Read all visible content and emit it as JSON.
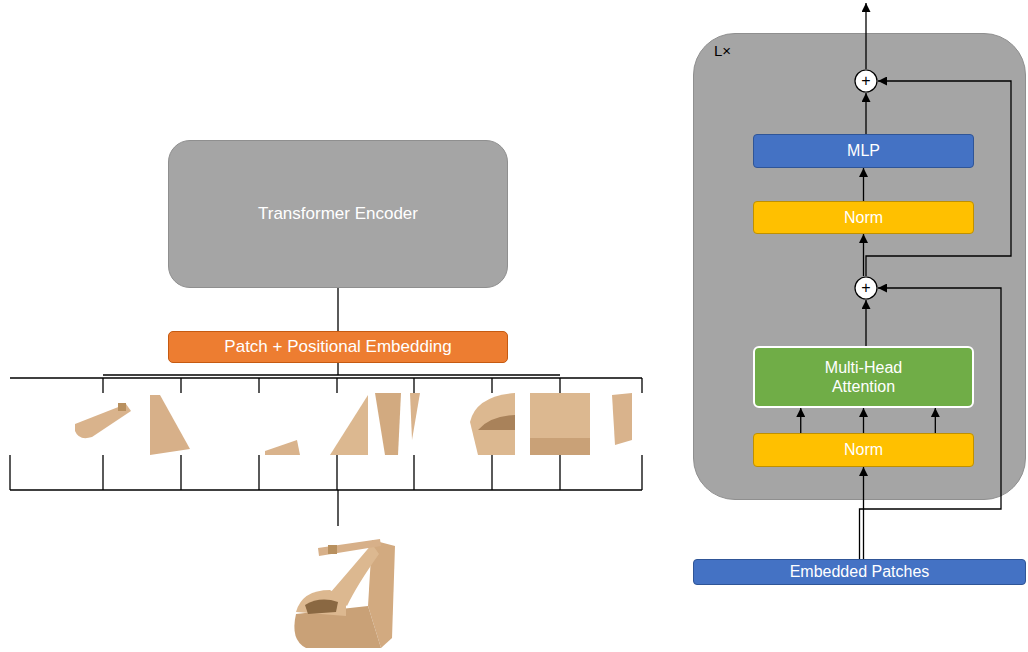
{
  "diagram": {
    "nodes": [
      {
        "text": [
          "Transformer Encoder"
        ]
      },
      {
        "text": [
          "Patch + Positional Embedding"
        ]
      },
      {
        "text": [
          "L×"
        ]
      },
      {
        "text": [
          "+"
        ],
        "in": 2
      },
      {
        "text": [
          "MLP"
        ],
        "in": 2
      },
      {
        "text": [
          "Norm"
        ],
        "in": 2
      },
      {
        "text": [
          "+"
        ],
        "in": 2
      },
      {
        "text": [
          "Multi-Head Attention"
        ],
        "in": 2
      },
      {
        "text": [
          "Norm"
        ],
        "in": 2
      },
      {
        "text": [
          "Embedded Patches"
        ]
      }
    ],
    "edges": [
      {
        "from": 1,
        "to": 0,
        "arrow": "none"
      },
      {
        "from": 9,
        "to": 8,
        "arrow": "to"
      },
      {
        "from": 8,
        "to": 7,
        "arrow": "to"
      },
      {
        "from": 8,
        "to": 7,
        "arrow": "to"
      },
      {
        "from": 8,
        "to": 7,
        "arrow": "to"
      },
      {
        "from": 7,
        "to": 6,
        "arrow": "to"
      },
      {
        "from": 6,
        "to": 5,
        "arrow": "to"
      },
      {
        "from": 5,
        "to": 4,
        "arrow": "to"
      },
      {
        "from": 4,
        "to": 3,
        "arrow": "to"
      },
      {
        "from": 9,
        "to": 6,
        "arrow": "to"
      },
      {
        "from": 6,
        "to": 3,
        "arrow": "to"
      }
    ]
  }
}
